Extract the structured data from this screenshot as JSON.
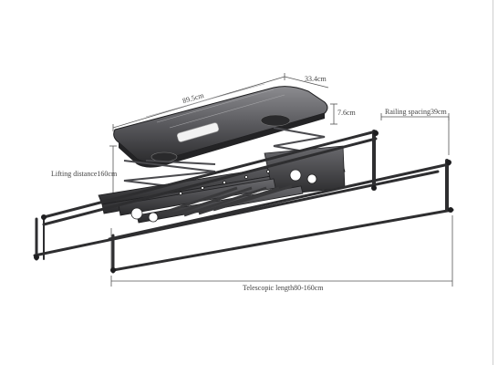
{
  "dimensions": {
    "depth": "33.4cm",
    "length": "89.5cm",
    "thickness": "7.6cm",
    "railing_spacing": "Railing spacing39cm",
    "lifting_distance": "Lifting distance160cm",
    "telescopic_length": "Telescopic length80-160cm"
  },
  "colors": {
    "frame": "#3a3a3c",
    "frame_dark": "#1f1f21",
    "frame_light": "#8a8a8e",
    "dimension_line": "#555555",
    "background": "#ffffff"
  }
}
